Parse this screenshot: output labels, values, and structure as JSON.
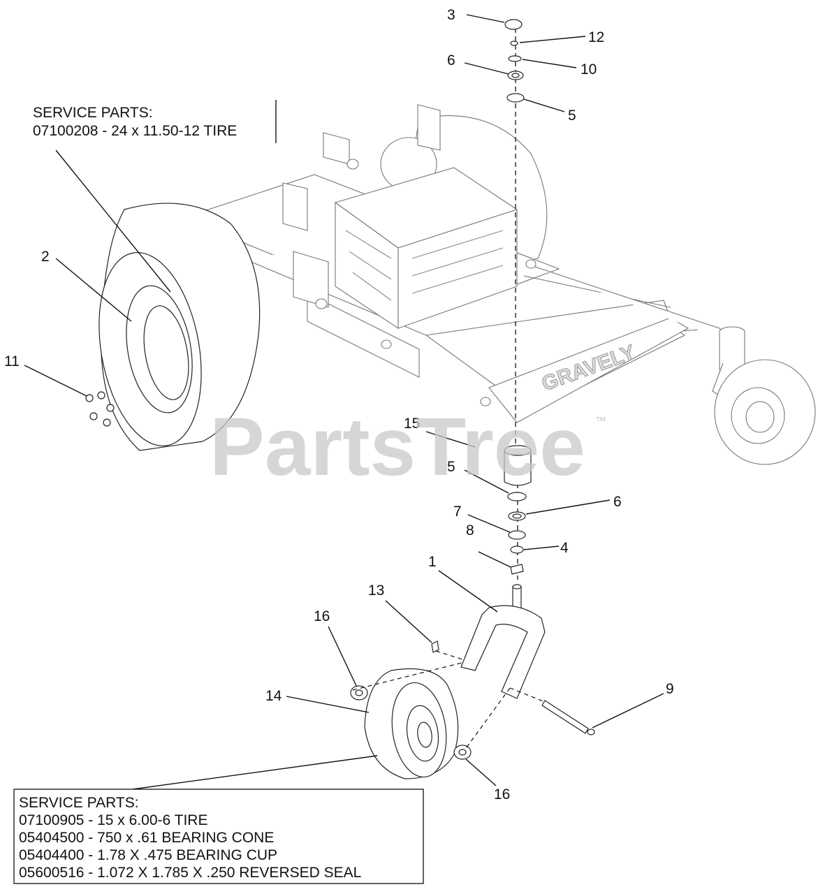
{
  "service_parts_top": {
    "heading": "SERVICE PARTS:",
    "lines": [
      "07100208 - 24 x 11.50-12 TIRE"
    ]
  },
  "service_parts_bottom": {
    "heading": "SERVICE PARTS:",
    "lines": [
      "07100905 - 15 x 6.00-6 TIRE",
      "05404500 - 750 x .61 BEARING CONE",
      "05404400 - 1.78 X .475 BEARING CUP",
      "05600516 - 1.072 X 1.785 X .250 REVERSED SEAL"
    ]
  },
  "callouts": [
    "3",
    "12",
    "6",
    "10",
    "5",
    "2",
    "11",
    "15",
    "5",
    "6",
    "7",
    "4",
    "8",
    "1",
    "13",
    "16",
    "9",
    "14",
    "16"
  ],
  "frame_brand": "GRAVELY",
  "watermark": {
    "text": "PartsTree",
    "tm": "™"
  }
}
